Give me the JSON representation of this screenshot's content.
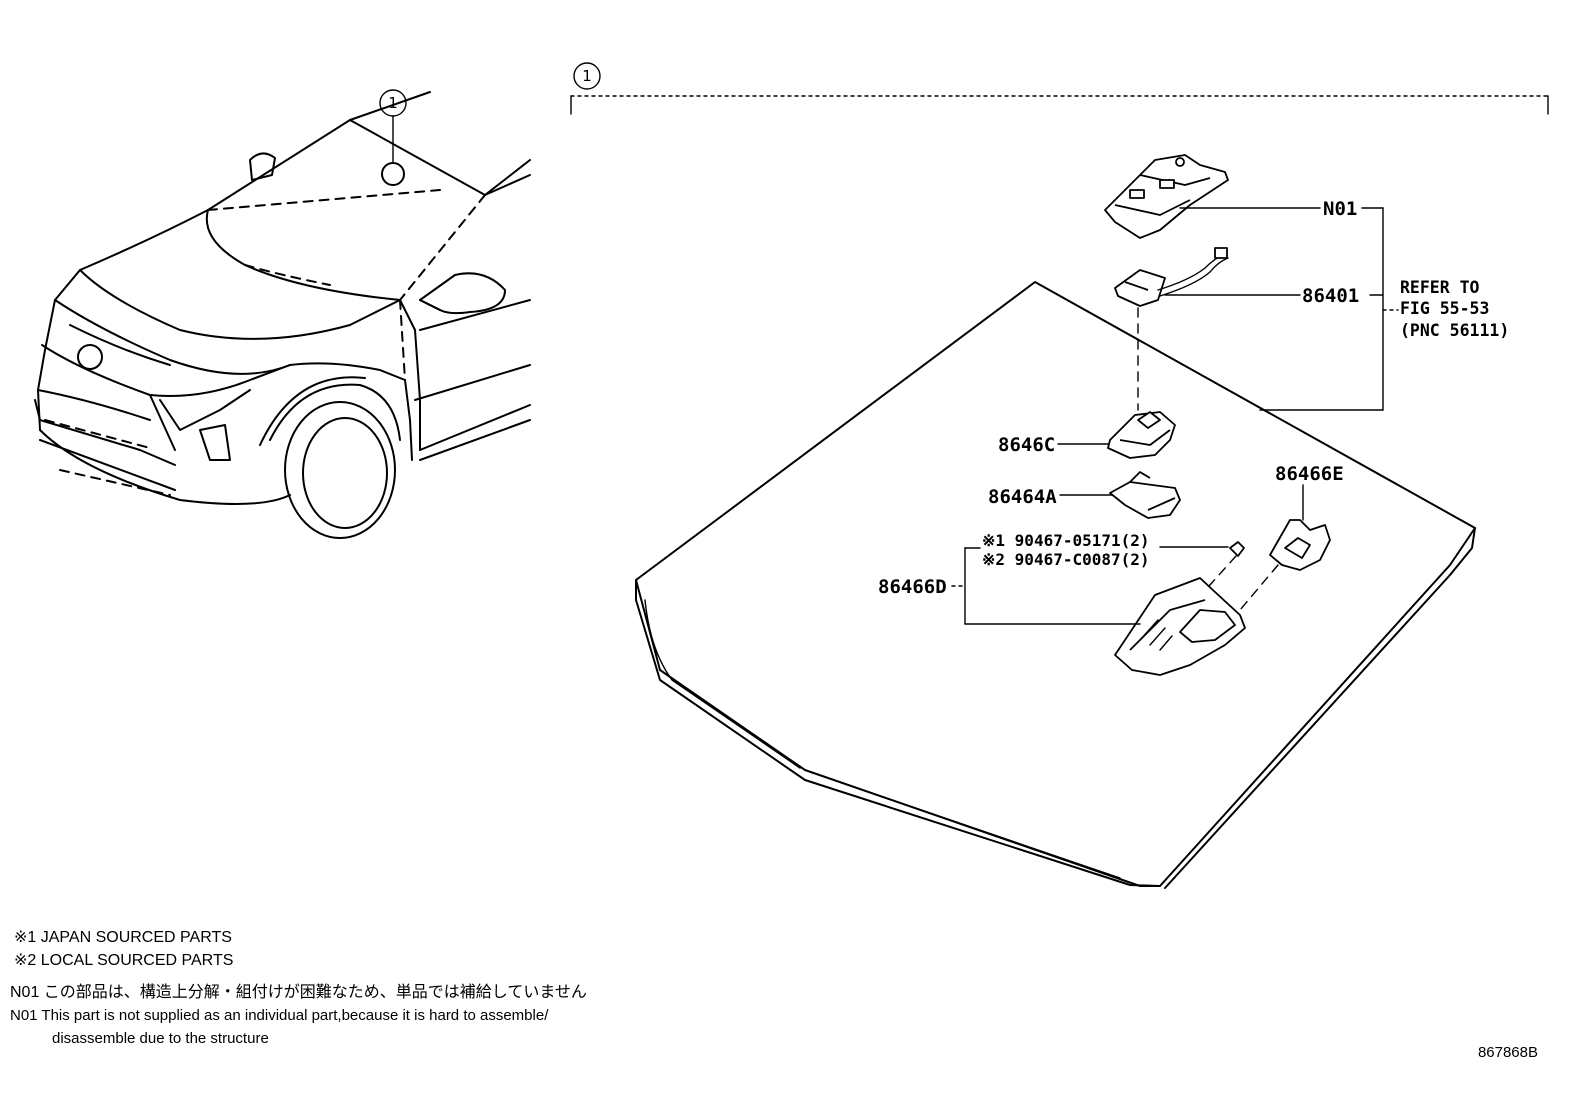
{
  "callouts": {
    "vehicle_ref": "1",
    "assembly_ref": "1"
  },
  "labels": {
    "n01": "N01",
    "p86401": "86401",
    "p8646c": "8646C",
    "p86464a": "86464A",
    "p86466e": "86466E",
    "p86466d": "86466D",
    "screw1": "※1 90467-05171(2)",
    "screw2": "※2 90467-C0087(2)"
  },
  "refer": {
    "line1": "REFER TO",
    "line2": "FIG 55-53",
    "line3": "(PNC 56111)"
  },
  "notes": {
    "n1": "※1 JAPAN SOURCED PARTS",
    "n2": "※2 LOCAL SOURCED PARTS",
    "n3": "N01 この部品は、構造上分解・組付けが困難なため、単品では補給していません",
    "n4": "N01 This part is not supplied as an individual part,because it is hard to assemble/",
    "n5": "disassemble due to the structure"
  },
  "figure_code": "867868B"
}
